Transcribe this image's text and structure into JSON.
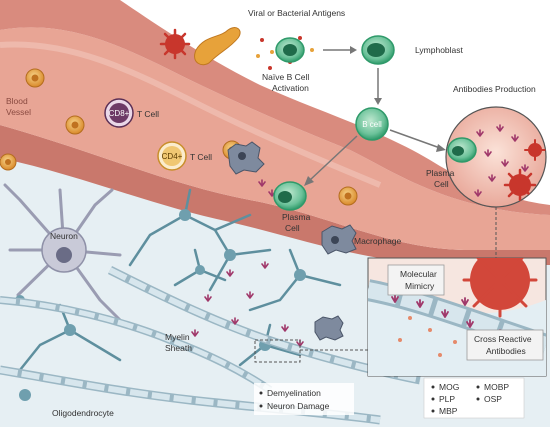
{
  "antigens": {
    "title": "Viral or Bacterial Antigens"
  },
  "activation": {
    "label_line1": "Naïve B Cell",
    "label_line2": "Activation"
  },
  "lymphoblast": {
    "label": "Lymphoblast"
  },
  "bcell": {
    "label": "B cell"
  },
  "antibodies_production": {
    "title": "Antibodies Production"
  },
  "plasma_cell_right": {
    "line1": "Plasma",
    "line2": "Cell"
  },
  "blood_vessel": {
    "line1": "Blood",
    "line2": "Vessel"
  },
  "cd8": {
    "badge": "CD8+",
    "label": "T Cell"
  },
  "cd4": {
    "badge": "CD4+",
    "label": "T Cell"
  },
  "plasma_cell_center": {
    "line1": "Plasma",
    "line2": "Cell"
  },
  "macrophage": {
    "label": "Macrophage"
  },
  "neuron": {
    "label": "Neuron"
  },
  "molecular_mimicry": {
    "line1": "Molecular",
    "line2": "Mimicry"
  },
  "cross_reactive": {
    "line1": "Cross Reactive",
    "line2": "Antibodies"
  },
  "myelin": {
    "line1": "Myelin",
    "line2": "Sheath"
  },
  "damage_list": [
    "Demyelination",
    "Neuron Damage"
  ],
  "proteins": [
    "MOG",
    "MOBP",
    "PLP",
    "OSP",
    "MBP"
  ],
  "oligodendrocyte": {
    "label": "Oligodendrocyte"
  },
  "colors": {
    "vessel": "#d98b7e",
    "vessel_light": "#f2c7bc",
    "tissue": "#e6eff3",
    "bcell_green": "#2f9a6a",
    "antibody": "#a0386a",
    "virus_red": "#c8362c",
    "bacteria_orange": "#e7a23a"
  }
}
